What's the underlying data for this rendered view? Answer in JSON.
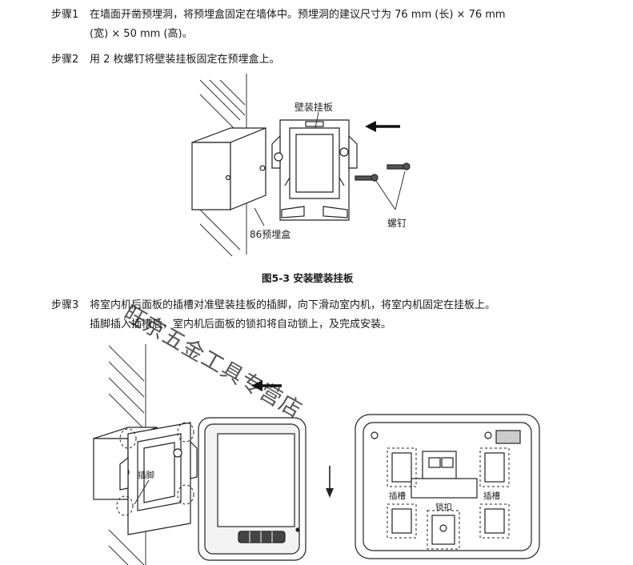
{
  "steps": [
    {
      "tag": "步骤1",
      "line1": "在墙面开凿预埋洞，将预埋盒固定在墙体中。预埋洞的建议尺寸为 76 mm (长) × 76 mm",
      "line2": "(宽) × 50 mm (高)。"
    },
    {
      "tag": "步骤2",
      "line1": "用 2 枚螺钉将壁装挂板固定在预埋盒上。"
    },
    {
      "tag": "步骤3",
      "line1": "将室内机后面板的插槽对准壁装挂板的插脚，向下滑动室内机，将室内机固定在挂板上。",
      "line2": "插脚插入插槽后，室内机后面板的锁扣将自动锁上，及完成安装。"
    }
  ],
  "figure1": {
    "caption": "图5-3  安装壁装挂板",
    "label_plate": "壁装挂板",
    "label_box": "86预埋盒",
    "label_screw": "螺钉"
  },
  "figure2": {
    "label_pin": "插脚",
    "label_slot_left": "插槽",
    "label_slot_right": "插槽",
    "label_lock": "锁扣"
  },
  "watermark": "旺京五金工具专营店"
}
